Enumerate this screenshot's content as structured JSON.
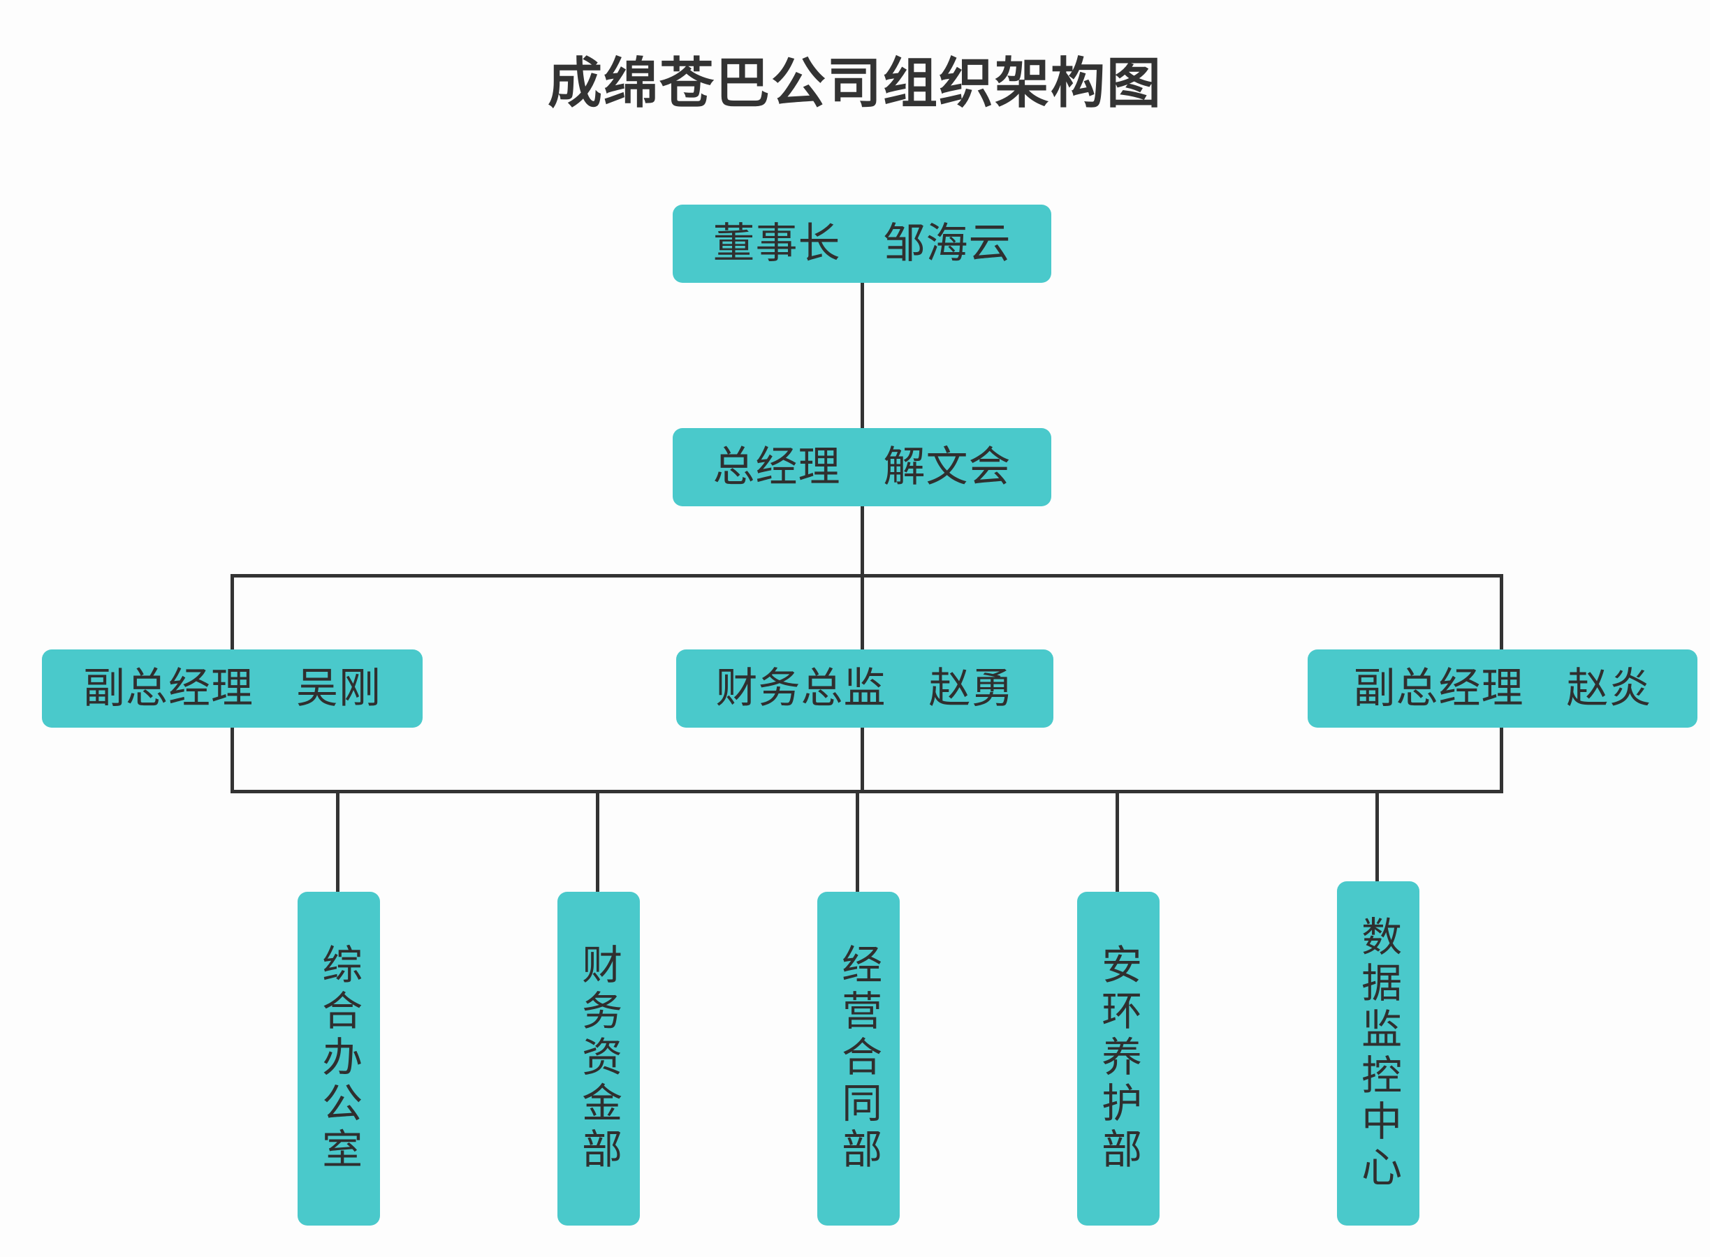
{
  "title": "成绵苍巴公司组织架构图",
  "theme": {
    "node_fill": "#4AC9CB",
    "node_text": "#2f2f2f",
    "line_color": "#333333",
    "title_color": "#333333",
    "background": "#fdfdfd"
  },
  "chart_data": {
    "type": "diagram",
    "subtype": "org-chart",
    "title": "成绵苍巴公司组织架构图",
    "orientation": "top-down",
    "levels": [
      {
        "level": 1,
        "nodes": [
          {
            "id": "chairman",
            "title": "董事长",
            "person": "邹海云",
            "label": "董事长　邹海云"
          }
        ]
      },
      {
        "level": 2,
        "nodes": [
          {
            "id": "gm",
            "title": "总经理",
            "person": "解文会",
            "label": "总经理　解文会"
          }
        ]
      },
      {
        "level": 3,
        "nodes": [
          {
            "id": "dgm_left",
            "title": "副总经理",
            "person": "吴刚",
            "label": "副总经理　吴刚"
          },
          {
            "id": "cfo",
            "title": "财务总监",
            "person": "赵勇",
            "label": "财务总监　赵勇"
          },
          {
            "id": "dgm_right",
            "title": "副总经理",
            "person": "赵炎",
            "label": "副总经理　赵炎"
          }
        ]
      },
      {
        "level": 4,
        "nodes": [
          {
            "id": "dept_admin",
            "label": "综合办公室"
          },
          {
            "id": "dept_finance",
            "label": "财务资金部"
          },
          {
            "id": "dept_contract",
            "label": "经营合同部"
          },
          {
            "id": "dept_safety",
            "label": "安环养护部"
          },
          {
            "id": "dept_data",
            "label": "数据监控中心"
          }
        ]
      }
    ],
    "edges": [
      {
        "from": "chairman",
        "to": "gm"
      },
      {
        "from": "gm",
        "to": "dgm_left"
      },
      {
        "from": "gm",
        "to": "cfo"
      },
      {
        "from": "gm",
        "to": "dgm_right"
      },
      {
        "from": "level3-bus",
        "to": "dept_admin"
      },
      {
        "from": "level3-bus",
        "to": "dept_finance"
      },
      {
        "from": "level3-bus",
        "to": "dept_contract"
      },
      {
        "from": "level3-bus",
        "to": "dept_safety"
      },
      {
        "from": "level3-bus",
        "to": "dept_data"
      }
    ]
  },
  "nodes": {
    "chairman": "董事长　邹海云",
    "gm": "总经理　解文会",
    "dgm_left": "副总经理　吴刚",
    "cfo": "财务总监　赵勇",
    "dgm_right": "副总经理　赵炎",
    "departments": [
      "综合办公室",
      "财务资金部",
      "经营合同部",
      "安环养护部",
      "数据监控中心"
    ]
  }
}
